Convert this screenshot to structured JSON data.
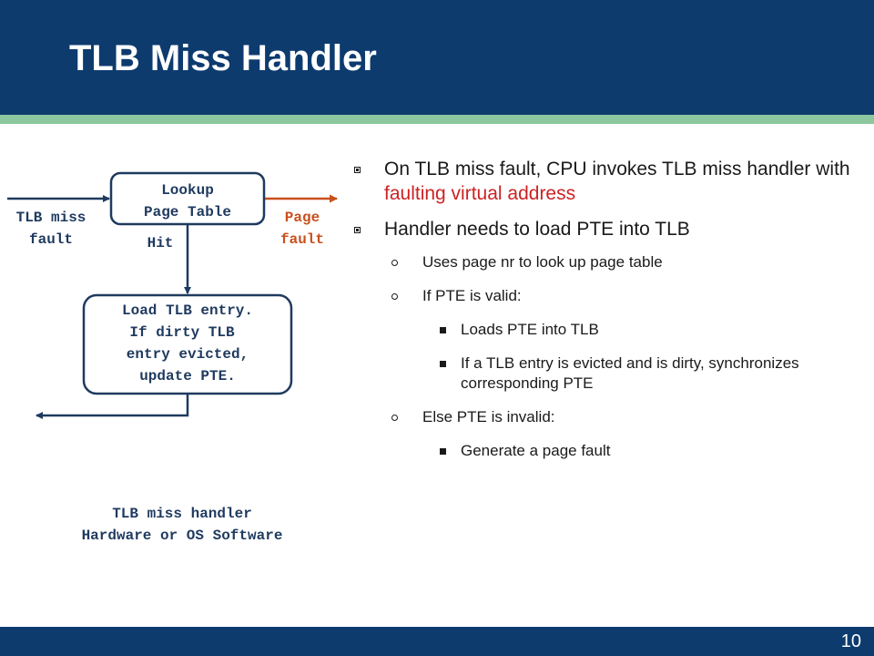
{
  "slide": {
    "title": "TLB Miss Handler",
    "page_number": "10"
  },
  "diagram": {
    "input_label_line1": "TLB miss",
    "input_label_line2": "fault",
    "lookup_line1": "Lookup",
    "lookup_line2": "Page Table",
    "page_fault_line1": "Page",
    "page_fault_line2": "fault",
    "hit_label": "Hit",
    "load_line1": "Load TLB entry.",
    "load_line2": "If dirty TLB",
    "load_line3": "entry evicted,",
    "load_line4": "update PTE.",
    "caption_line1": "TLB miss handler",
    "caption_line2": "Hardware or OS Software"
  },
  "bullets": {
    "b1_text": "On TLB miss fault, CPU invokes TLB miss handler with ",
    "b1_highlight": "faulting virtual address",
    "b2_text": "Handler needs to load PTE into TLB",
    "s1": "Uses page nr to look up page table",
    "s2": "If PTE is valid:",
    "s2a": "Loads PTE into TLB",
    "s2b": "If a TLB entry is evicted and is dirty, synchronizes corresponding PTE",
    "s3": "Else PTE is invalid:",
    "s3a": "Generate a page fault"
  },
  "colors": {
    "header": "#0d3b6e",
    "stripe": "#8cc7a0",
    "diagram_blue": "#1f3a5f",
    "fault_orange": "#c8501e",
    "highlight_red": "#cc2222"
  }
}
